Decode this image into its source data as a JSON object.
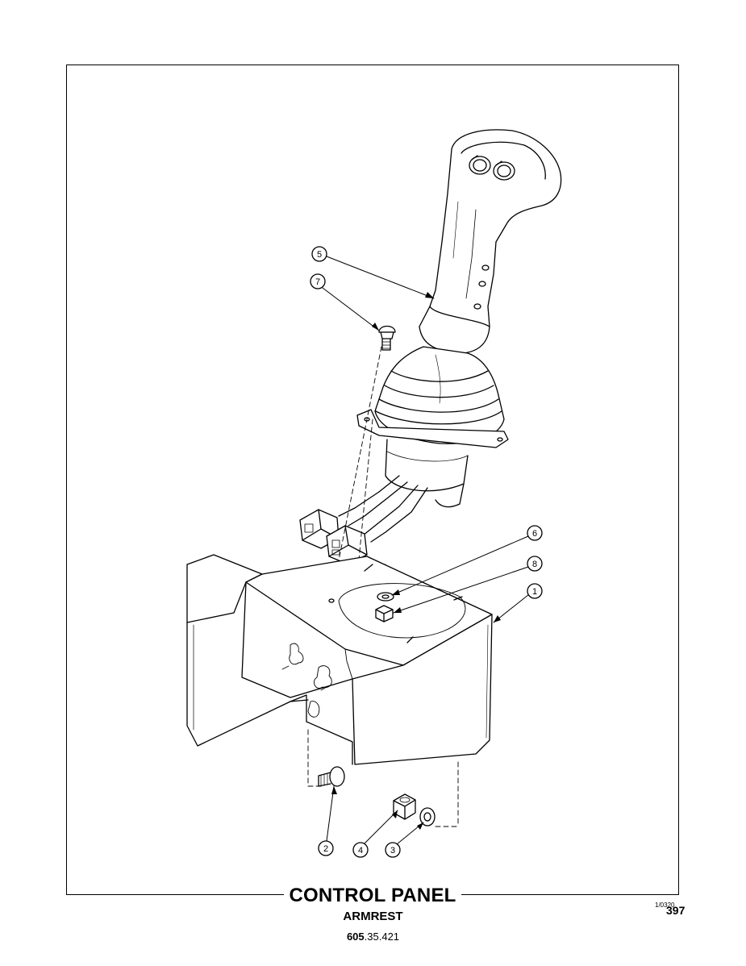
{
  "diagram": {
    "title": "CONTROL PANEL",
    "subtitle": "ARMREST",
    "part_number_bold": "605",
    "part_number_rest": ".35.421",
    "date_code": "1/0320",
    "page_number": "397",
    "callouts": [
      "1",
      "2",
      "3",
      "4",
      "5",
      "6",
      "7",
      "8"
    ]
  }
}
